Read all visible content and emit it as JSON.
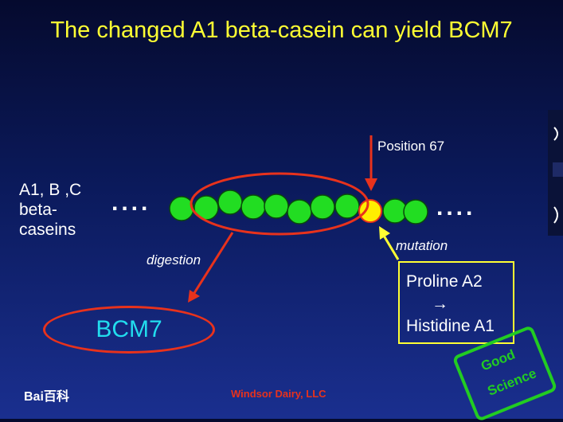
{
  "title": "The changed A1 beta-casein can yield BCM7",
  "casein_label": {
    "line1": "A1, B ,C",
    "line2": "beta-",
    "line3": "caseins"
  },
  "ellipsis_left": "....",
  "ellipsis_right": "....",
  "position_label": "Position 67",
  "digestion_label": "digestion",
  "mutation_label": "mutation",
  "mutation_box": {
    "line1": "Proline  A2",
    "arrow": "→",
    "line2": "Histidine  A1"
  },
  "product_label": "BCM7",
  "footer": "Windsor Dairy, LLC",
  "watermark": "Bai百科",
  "stamp": {
    "line1": "Good",
    "line2": "Science"
  },
  "colors": {
    "title": "#ffff33",
    "bead": "#22dd22",
    "mutant_bead": "#ffee00",
    "arrow": "#e8321c",
    "box": "#ffff33",
    "product_text": "#22ddee",
    "stamp": "#22cc22"
  }
}
